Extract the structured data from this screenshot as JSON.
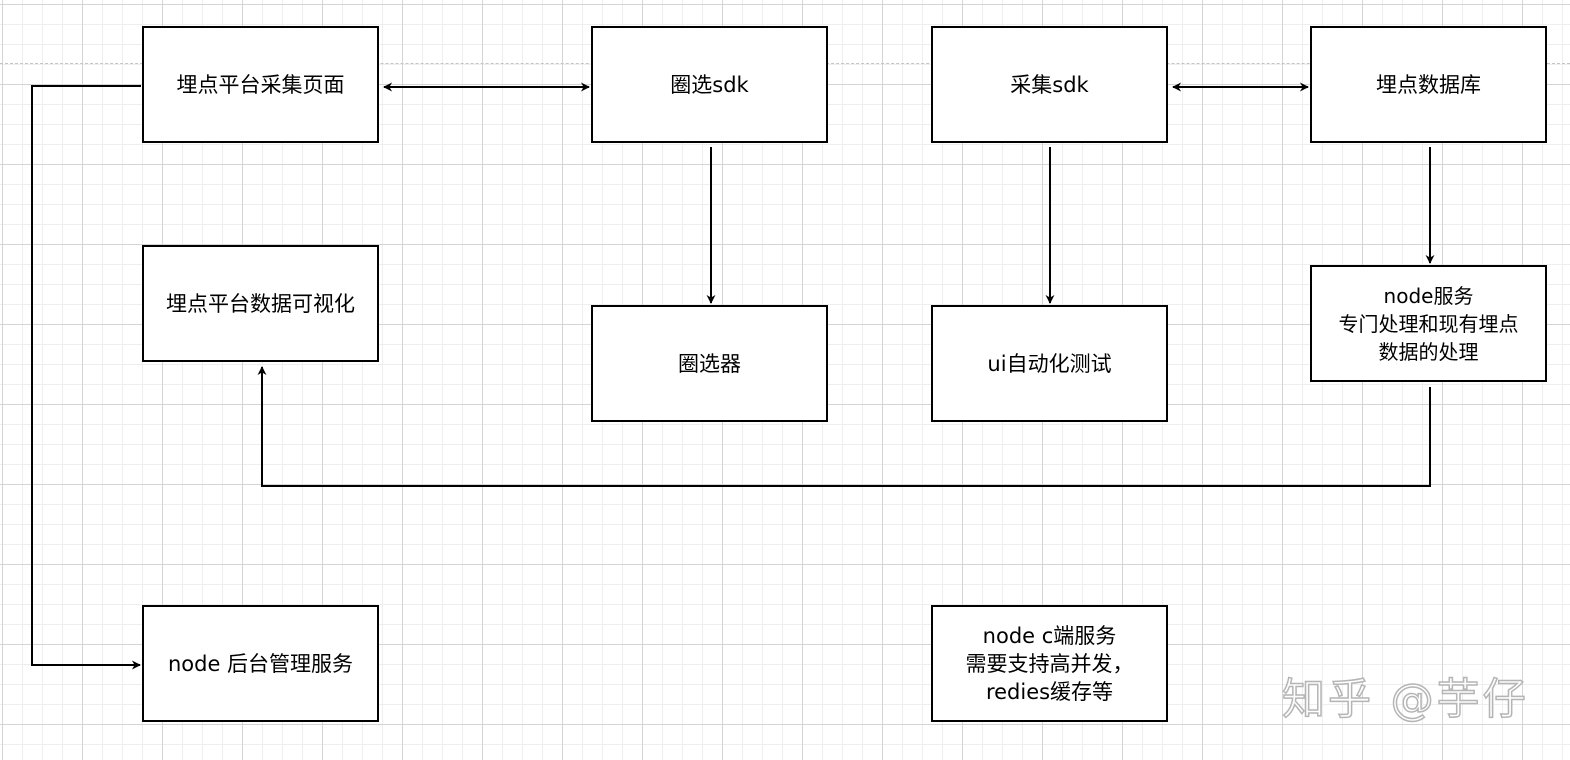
{
  "nodes": {
    "collection_page": "埋点平台采集页面",
    "circle_select_sdk": "圈选sdk",
    "collection_sdk": "采集sdk",
    "tracking_db": "埋点数据库",
    "data_visualization": "埋点平台数据可视化",
    "circle_selector": "圈选器",
    "ui_automation_test": "ui自动化测试",
    "node_processing_service": "node服务\n专门处理和现有埋点\n数据的处理",
    "node_admin_service": "node 后台管理服务",
    "node_client_service": "node c端服务\n需要支持高并发，\nredies缓存等"
  },
  "watermark": "知乎 @芋仔",
  "colors": {
    "line": "#000000",
    "grid_major": "#d4d4d4",
    "grid_minor": "#eeeeee",
    "watermark_stroke": "#b5b5b5"
  }
}
